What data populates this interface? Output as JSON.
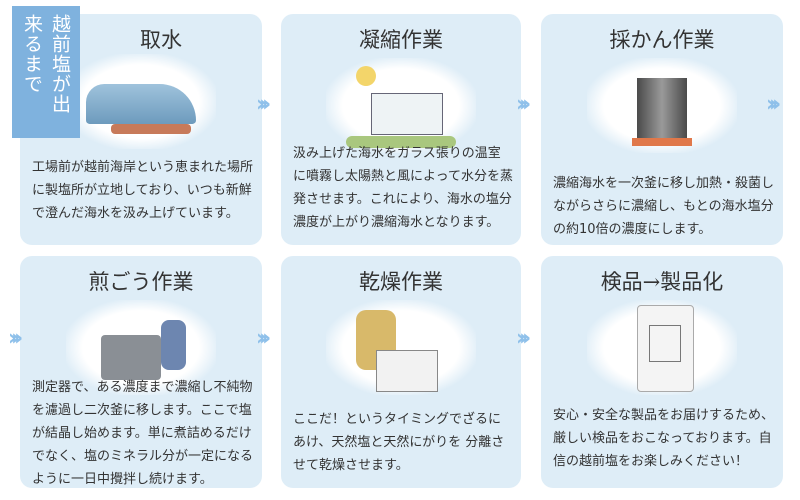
{
  "badge": "越前塩が出来るまで",
  "steps": [
    {
      "title": "取水",
      "desc": "工場前が越前海岸という恵まれた場所に製塩所が立地しており、いつも新鮮で澄んだ海水を汲み上げています。"
    },
    {
      "title": "凝縮作業",
      "desc": "汲み上げた海水をガラス張りの温室に噴霧し太陽熱と風によって水分を蒸発させます。これにより、海水の塩分濃度が上がり濃縮海水となります。"
    },
    {
      "title": "採かん作業",
      "desc": "濃縮海水を一次釜に移し加熱・殺菌しながらさらに濃縮し、もとの海水塩分の約10倍の濃度にします。"
    },
    {
      "title": "煎ごう作業",
      "desc": "測定器で、ある濃度まで濃縮し不純物を濾過し二次釜に移します。ここで塩が結晶し始めます。単に煮詰めるだけでなく、塩のミネラル分が一定になるように一日中攪拌し続けます。"
    },
    {
      "title": "乾燥作業",
      "desc": "ここだ！というタイミングでざるにあけ、天然塩と天然にがりを 分離させて乾燥させます。"
    },
    {
      "title": "検品→製品化",
      "desc": "安心・安全な製品をお届けするため、厳しい検品をおこなっております。自信の越前塩をお楽しみください！"
    }
  ],
  "arrow_glyph": "›››",
  "colors": {
    "card": "#deedf7",
    "badge": "#7fb2de",
    "arrow": "#8ec0ea"
  }
}
